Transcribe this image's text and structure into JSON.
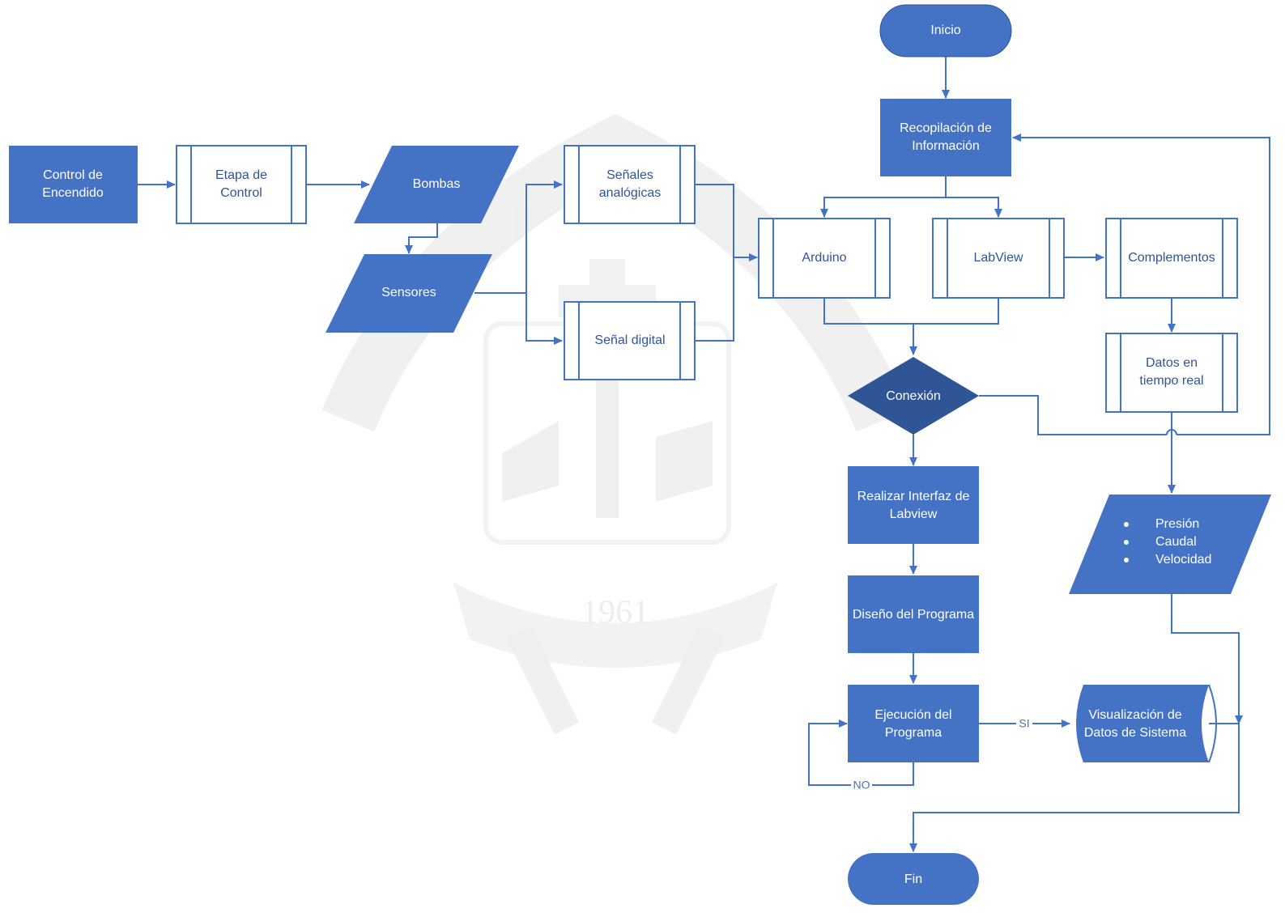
{
  "diagram": {
    "nodes": {
      "inicio": "Inicio",
      "recopilacion": [
        "Recopilación de",
        "Información"
      ],
      "control_encendido": [
        "Control de",
        "Encendido"
      ],
      "etapa_control": [
        "Etapa de",
        "Control"
      ],
      "bombas": "Bombas",
      "sensores": "Sensores",
      "senales_analogicas": [
        "Señales",
        "analógicas"
      ],
      "senal_digital": "Señal digital",
      "arduino": "Arduino",
      "labview": "LabView",
      "complementos": "Complementos",
      "datos_tiempo_real": [
        "Datos en",
        "tiempo real"
      ],
      "conexion": "Conexión",
      "realizar_interfaz": [
        "Realizar Interfaz de",
        "Labview"
      ],
      "diseno_programa": "Diseño del Programa",
      "ejecucion_programa": [
        "Ejecución del",
        "Programa"
      ],
      "visualizacion": [
        "Visualización de",
        "Datos de Sistema"
      ],
      "variables": [
        "Presión",
        "Caudal",
        "Velocidad"
      ],
      "fin": "Fin"
    },
    "edge_labels": {
      "si": "SI",
      "no": "NO"
    },
    "watermark": {
      "year": "1961"
    }
  },
  "colors": {
    "fill": "#4472c4",
    "fill_dark": "#3a62ad",
    "stroke": "#4472c4",
    "text_light": "#ffffff",
    "text_dark": "#2f5597",
    "watermark": "#e3e3e3"
  }
}
